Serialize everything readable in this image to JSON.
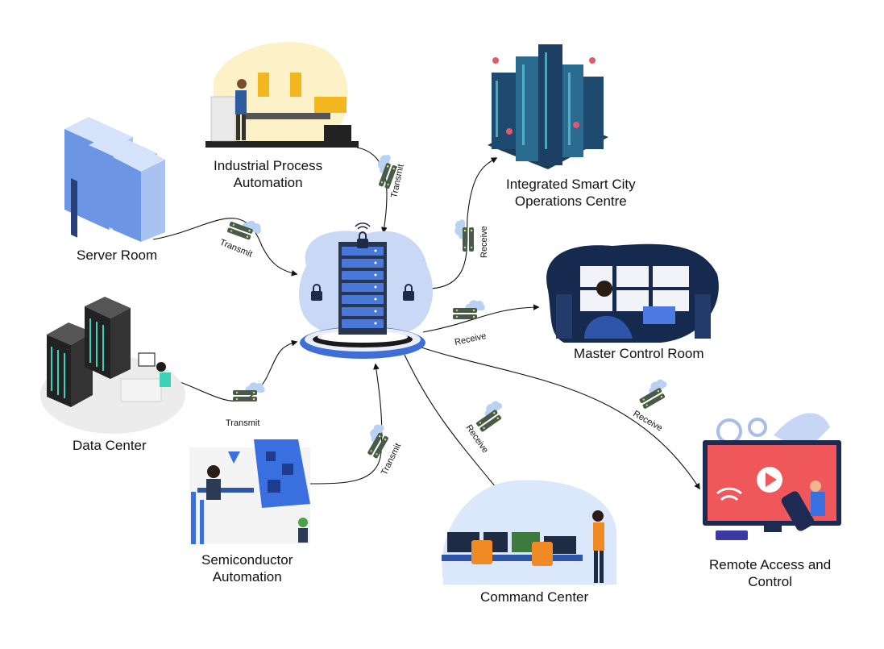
{
  "diagram": {
    "nodes": {
      "server_room": {
        "label": "Server Room"
      },
      "industrial": {
        "label_line1": "Industrial Process",
        "label_line2": "Automation"
      },
      "smart_city": {
        "label_line1": "Integrated Smart City",
        "label_line2": "Operations Centre"
      },
      "master_control": {
        "label": "Master Control Room"
      },
      "data_center": {
        "label": "Data Center"
      },
      "semiconductor": {
        "label_line1": "Semiconductor",
        "label_line2": "Automation"
      },
      "command_center": {
        "label": "Command Center"
      },
      "remote_access": {
        "label_line1": "Remote Access and",
        "label_line2": "Control"
      }
    },
    "edges": {
      "transmit": "Transmit",
      "receive": "Receive"
    }
  },
  "colors": {
    "hub_blob": "#c9d8f5",
    "server_blue": "#5a7fd0",
    "teal": "#3fd0b8",
    "orange": "#f08a24",
    "tv_red": "#f0575a"
  }
}
